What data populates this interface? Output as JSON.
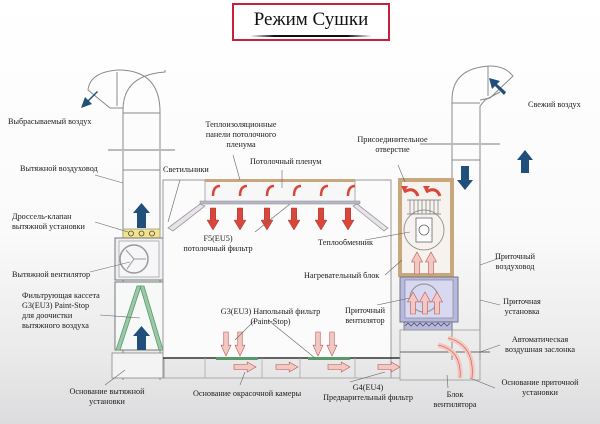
{
  "title": "Режим Сушки",
  "colors": {
    "title_border": "#c8203a",
    "heated_air_arrow": "#d9473b",
    "clean_air_arrow": "#f2c9c2",
    "fresh_air_arrow": "#1f4f7a",
    "frame_wood": "#c9a77c",
    "filter_green": "#5a9a6a",
    "fan_block_blue": "#b7b9e3"
  },
  "labels": {
    "exhaust_air": "Выбрасываемый воздух",
    "exhaust_duct": "Вытяжной воздуховод",
    "throttle_valve": [
      "Дроссель-клапан",
      "вытяжной установки"
    ],
    "exhaust_fan": "Вытяжной вентилятор",
    "filter_cassette": [
      "Фильтрующая кассета",
      "G3(EU3) Paint-Stop",
      "для доочистки",
      "вытяжного воздуха"
    ],
    "exhaust_base": [
      "Основание вытяжной",
      "установки"
    ],
    "lamps": "Светильники",
    "insulation_panels": [
      "Теплоизоляционные",
      "панели потолочного",
      "пленума"
    ],
    "ceiling_plenum": "Потолочный пленум",
    "connection_opening": [
      "Присоединительное",
      "отверстие"
    ],
    "fresh_air": "Свежий воздух",
    "ceiling_filter": [
      "F5(EU5)",
      "потолочный фильтр"
    ],
    "heat_exchanger": "Теплообменник",
    "heating_block": "Нагревательный блок",
    "supply_duct": [
      "Приточный",
      "воздуховод"
    ],
    "supply_fan": [
      "Приточный",
      "вентилятор"
    ],
    "supply_unit": [
      "Приточная",
      "установка"
    ],
    "auto_damper": [
      "Автоматическая",
      "воздушная заслонка"
    ],
    "floor_filter": [
      "G3(EU3) Напольный фильтр",
      "(Paint-Stop)"
    ],
    "booth_base": "Основание окрасочной камеры",
    "pre_filter": [
      "G4(EU4)",
      "Предварительный фильтр"
    ],
    "fan_block": [
      "Блок",
      "вентилятора"
    ],
    "supply_base": [
      "Основание приточной",
      "установки"
    ]
  }
}
